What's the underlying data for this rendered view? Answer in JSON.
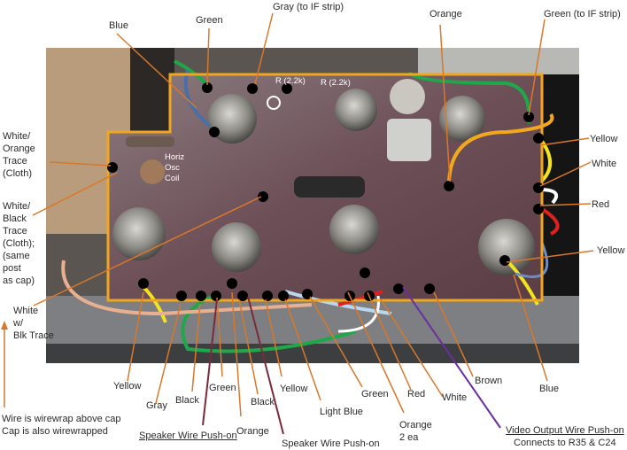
{
  "title": "Chassis wiring diagram annotations",
  "colors": {
    "leader": "#d9782a",
    "outline": "#f0a61e",
    "speaker_leader": "#7a2a3a",
    "video_leader": "#6a2fa0"
  },
  "photo_labels": {
    "r1": "R (2.2k)",
    "r2": "R (2.2k)",
    "horiz_osc": "Horiz\nOsc\nCoil"
  },
  "top_labels": {
    "blue": "Blue",
    "green": "Green",
    "gray_if": "Gray (to IF strip)",
    "orange": "Orange",
    "green_if": "Green (to IF strip)"
  },
  "left_labels": {
    "white_orange": "White/\nOrange\nTrace\n(Cloth)",
    "white_black": "White/\nBlack\nTrace\n(Cloth);\n(same\npost\nas cap)",
    "white_blk_trace": "White\n w/\nBlk Trace"
  },
  "right_labels": {
    "yellow1": "Yellow",
    "white": "White",
    "red": "Red",
    "yellow2": "Yellow"
  },
  "bottom_labels": {
    "yellow": "Yellow",
    "gray": "Gray",
    "black1": "Black",
    "green1": "Green",
    "black2": "Black",
    "yellow2": "Yellow",
    "orange1": "Orange",
    "light_blue": "Light Blue",
    "green2": "Green",
    "red": "Red",
    "orange2": "Orange\n2 ea",
    "white": "White",
    "brown": "Brown",
    "blue": "Blue"
  },
  "notes": {
    "speaker1": "Speaker Wire Push-on",
    "speaker2": "Speaker Wire Push-on",
    "video": "Video Output Wire Push-on",
    "video_sub": "Connects to R35 & C24",
    "wirewrap1": "Wire is wirewrap above cap",
    "wirewrap2": "Cap is also wirewrapped"
  }
}
